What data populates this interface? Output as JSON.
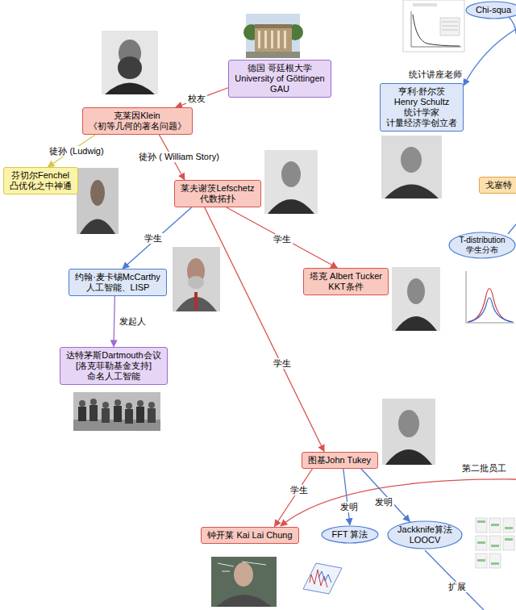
{
  "diagram": {
    "nodes": [
      {
        "text": [
          "Chi-squa"
        ]
      },
      {
        "text": [
          "德国 哥廷根大学",
          "University of Göttingen",
          "GAU"
        ]
      },
      {
        "text": [
          "亨利·舒尔茨",
          "Henry Schultz",
          "统计学家",
          "计量经济学创立者"
        ]
      },
      {
        "text": [
          "克莱因Klein",
          "《初等几何的著名问题》"
        ]
      },
      {
        "text": [
          "戈塞特"
        ]
      },
      {
        "text": [
          "芬切尔Fenchel",
          "凸优化之中神通"
        ]
      },
      {
        "text": [
          "莱夫谢茨Lefschetz",
          "代数拓扑"
        ]
      },
      {
        "text": [
          "T-distribution",
          "学生分布"
        ]
      },
      {
        "text": [
          "约翰·麦卡锡McCarthy",
          "人工智能、LISP"
        ]
      },
      {
        "text": [
          "塔克 Albert Tucker",
          "KKT条件"
        ]
      },
      {
        "text": [
          "达特茅斯Dartmouth会议",
          "[洛克菲勒基金支持]",
          "命名人工智能"
        ]
      },
      {
        "text": [
          "图基John Tukey"
        ]
      },
      {
        "text": [
          "钟开莱 Kai Lai Chung"
        ]
      },
      {
        "text": [
          "FFT 算法"
        ]
      },
      {
        "text": [
          "Jackknife算法",
          "LOOCV"
        ]
      }
    ],
    "edges": [
      {
        "from": 1,
        "to": 3,
        "label": "校友",
        "arrow": "to"
      },
      {
        "from": 3,
        "to": 5,
        "label": "徒孙 (Ludwig)",
        "arrow": "to"
      },
      {
        "from": 3,
        "to": 6,
        "label": "徒孙 ( William Story)",
        "arrow": "to"
      },
      {
        "from": 6,
        "to": 8,
        "label": "学生",
        "arrow": "to"
      },
      {
        "from": 6,
        "to": 9,
        "label": "学生",
        "arrow": "to"
      },
      {
        "from": 6,
        "to": 11,
        "label": "学生",
        "arrow": "to"
      },
      {
        "from": 8,
        "to": 10,
        "label": "发起人",
        "arrow": "to"
      },
      {
        "from": 11,
        "to": 12,
        "label": "学生",
        "arrow": "to"
      },
      {
        "from": 11,
        "to": 13,
        "label": "发明",
        "arrow": "to"
      },
      {
        "from": 11,
        "to": 14,
        "label": "发明",
        "arrow": "to"
      }
    ],
    "labels": [
      "统计讲座老师",
      "第二批员工",
      "扩展"
    ]
  }
}
